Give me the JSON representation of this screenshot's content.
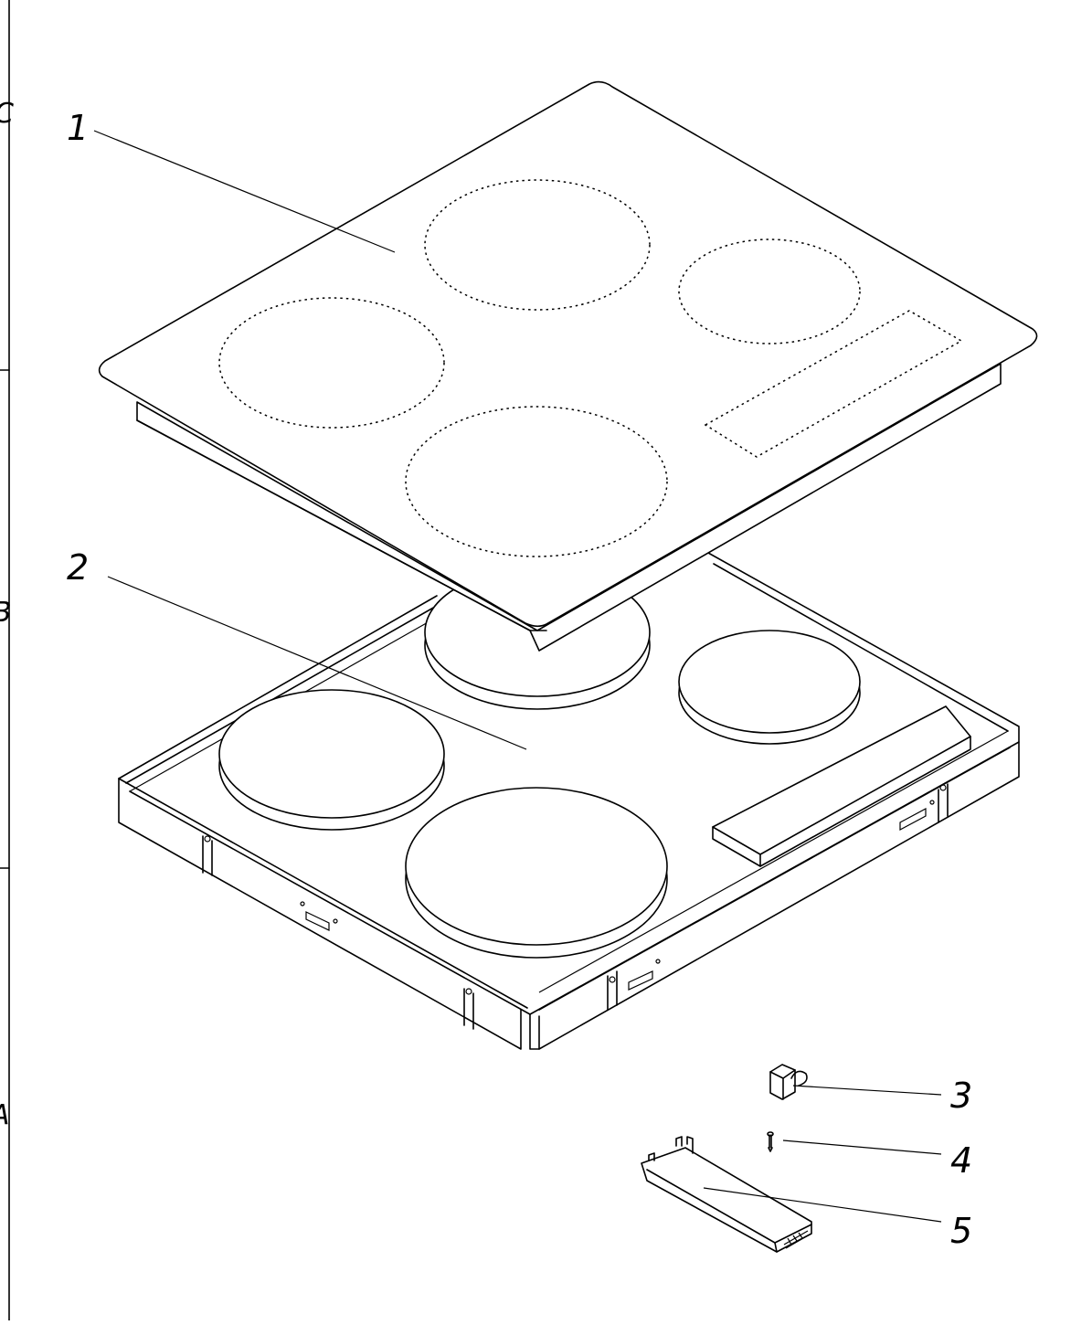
{
  "drawing": {
    "border_marks": [
      "C",
      "B",
      "A"
    ],
    "callouts": [
      {
        "number": "1"
      },
      {
        "number": "2"
      },
      {
        "number": "3"
      },
      {
        "number": "4"
      },
      {
        "number": "5"
      }
    ]
  }
}
